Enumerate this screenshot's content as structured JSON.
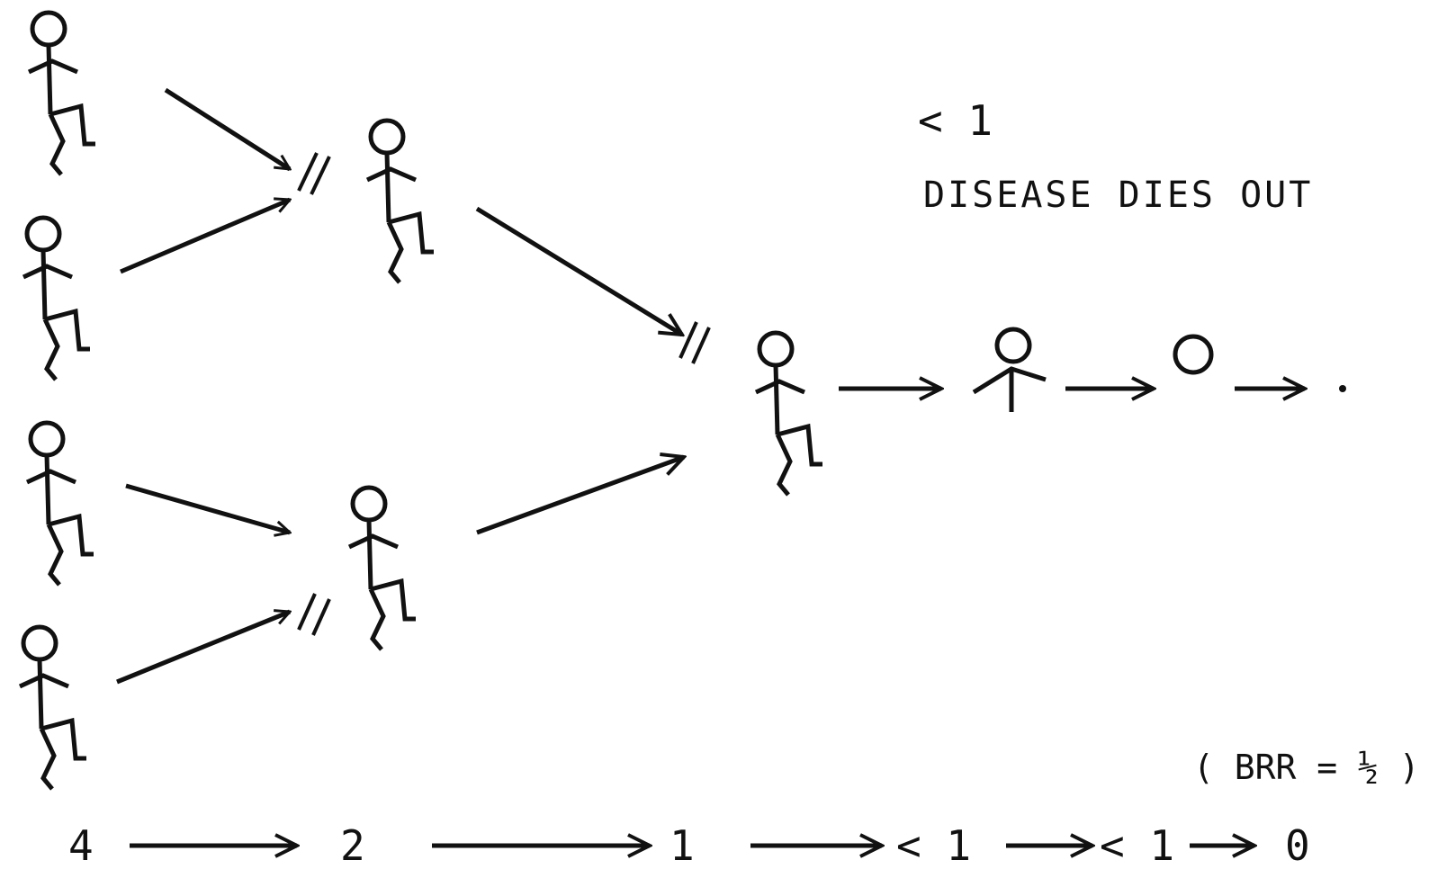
{
  "diagram": {
    "ink_color": "#111111",
    "background": "#ffffff",
    "header": {
      "ratio": "< 1",
      "caption": "DISEASE DIES OUT"
    },
    "brr_note": "( BRR = ½ )",
    "sequence": {
      "items": [
        "4",
        "2",
        "1",
        "< 1",
        "< 1",
        "0"
      ]
    },
    "generations": [
      {
        "name": "generation-1",
        "people": 4
      },
      {
        "name": "generation-2",
        "people": 2
      },
      {
        "name": "generation-3",
        "people": 1
      },
      {
        "name": "generation-4",
        "people": "partial"
      },
      {
        "name": "generation-5",
        "people": "head only"
      },
      {
        "name": "generation-6",
        "people": "dot"
      }
    ]
  }
}
